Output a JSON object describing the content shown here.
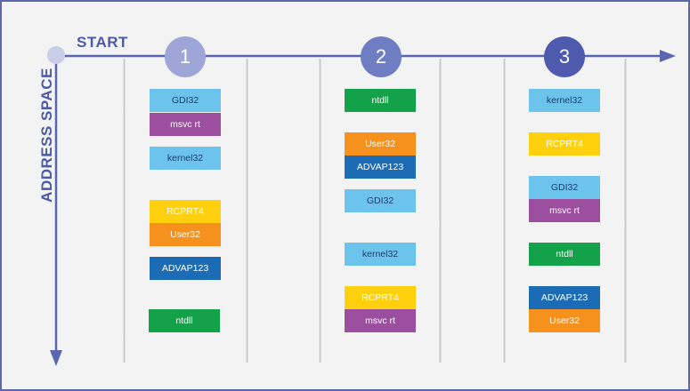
{
  "diagram": {
    "axis_x_label": "START",
    "axis_y_label": "ADDRESS SPACE",
    "colors": {
      "axis": "#5a67b0",
      "text": "#4a59a8",
      "frame": "#5b66ad",
      "circle_1": "#9ea6d7",
      "circle_2": "#6f7dc3",
      "circle_3": "#4d5aad"
    },
    "columns": [
      {
        "number": "1",
        "blocks": [
          {
            "label": "GDI32",
            "color": "light-blue"
          },
          {
            "label": "msvc rt",
            "color": "purple"
          },
          {
            "label": "kernel32",
            "color": "light-blue"
          },
          {
            "label": "RCPRT4",
            "color": "yellow"
          },
          {
            "label": "User32",
            "color": "orange"
          },
          {
            "label": "ADVAP123",
            "color": "blue"
          },
          {
            "label": "ntdll",
            "color": "green"
          }
        ]
      },
      {
        "number": "2",
        "blocks": [
          {
            "label": "ntdll",
            "color": "green"
          },
          {
            "label": "User32",
            "color": "orange"
          },
          {
            "label": "ADVAP123",
            "color": "blue"
          },
          {
            "label": "GDI32",
            "color": "light-blue"
          },
          {
            "label": "kernel32",
            "color": "light-blue"
          },
          {
            "label": "RCPRT4",
            "color": "yellow"
          },
          {
            "label": "msvc rt",
            "color": "purple"
          }
        ]
      },
      {
        "number": "3",
        "blocks": [
          {
            "label": "kernel32",
            "color": "light-blue"
          },
          {
            "label": "RCPRT4",
            "color": "yellow"
          },
          {
            "label": "GDI32",
            "color": "light-blue"
          },
          {
            "label": "msvc rt",
            "color": "purple"
          },
          {
            "label": "ntdll",
            "color": "green"
          },
          {
            "label": "ADVAP123",
            "color": "blue"
          },
          {
            "label": "User32",
            "color": "orange"
          }
        ]
      }
    ]
  }
}
